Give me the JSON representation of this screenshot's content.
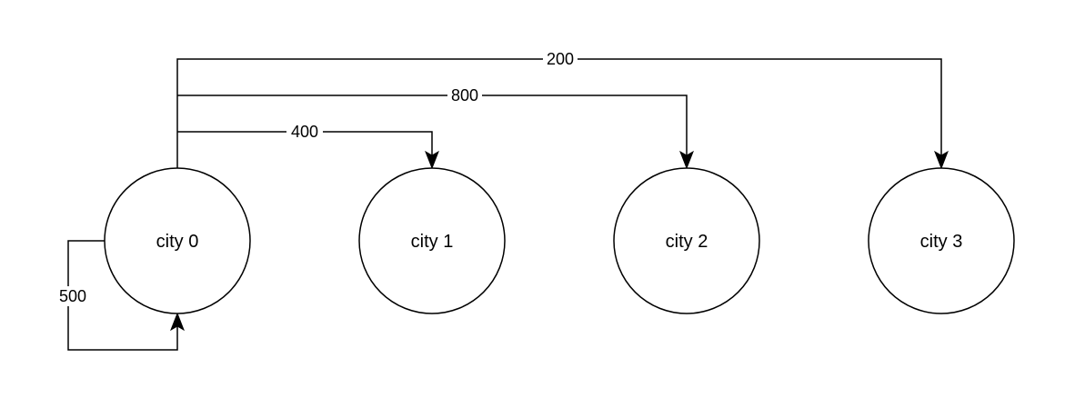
{
  "nodes": [
    {
      "id": "city0",
      "label": "city 0"
    },
    {
      "id": "city1",
      "label": "city 1"
    },
    {
      "id": "city2",
      "label": "city 2"
    },
    {
      "id": "city3",
      "label": "city 3"
    }
  ],
  "edges": [
    {
      "id": "e-0-3",
      "from": "city 0",
      "to": "city 3",
      "label": "200"
    },
    {
      "id": "e-0-2",
      "from": "city 0",
      "to": "city 2",
      "label": "800"
    },
    {
      "id": "e-0-1",
      "from": "city 0",
      "to": "city 1",
      "label": "400"
    },
    {
      "id": "e-0-0",
      "from": "city 0",
      "to": "city 0",
      "label": "500"
    }
  ],
  "colors": {
    "stroke": "#000000",
    "fill": "#ffffff"
  }
}
